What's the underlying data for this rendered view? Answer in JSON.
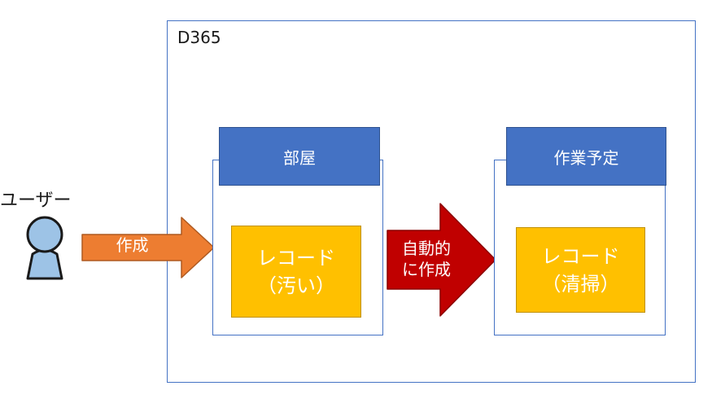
{
  "system": {
    "label": "D365"
  },
  "actor": {
    "label": "ユーザー",
    "icon": "user-icon"
  },
  "arrows": {
    "create": {
      "label": "作成",
      "color": "#ED7D31"
    },
    "auto": {
      "line1": "自動的",
      "line2": "に作成",
      "color": "#C00000"
    }
  },
  "entities": [
    {
      "name": "部屋",
      "record_line1": "レコード",
      "record_line2": "（汚い）"
    },
    {
      "name": "作業予定",
      "record_line1": "レコード",
      "record_line2": "（清掃）"
    }
  ],
  "colors": {
    "frame": "#4472C4",
    "header": "#4472C4",
    "record": "#FFC000"
  }
}
